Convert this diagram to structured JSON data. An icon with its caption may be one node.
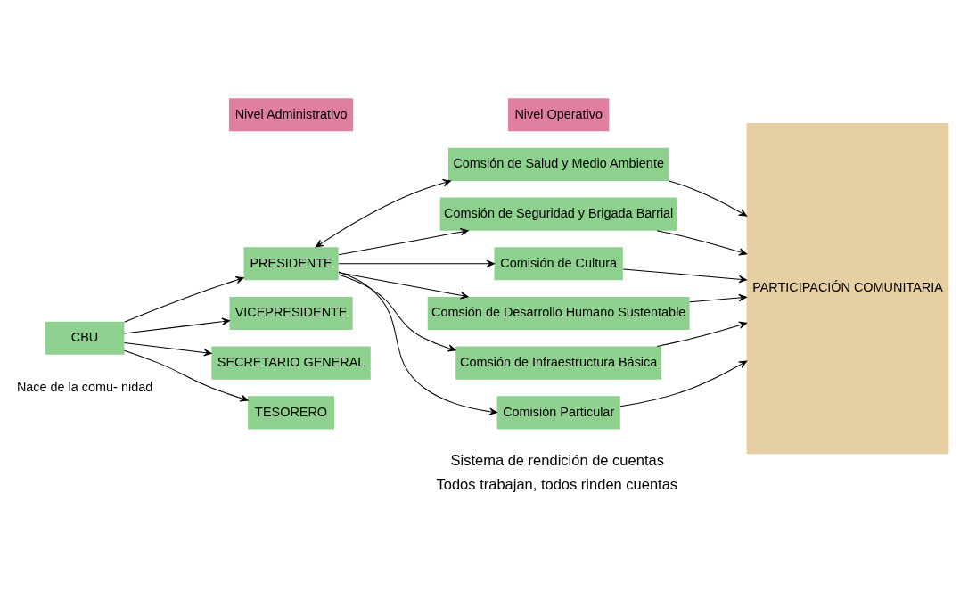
{
  "diagram": {
    "nodes": [
      {
        "text": [
          "CBU"
        ],
        "beside": [
          "Nace de la comu- nidad"
        ]
      },
      {
        "text": [
          "Nivel Administrativo"
        ]
      },
      {
        "text": [
          "Nivel Operativo"
        ]
      },
      {
        "text": [
          "PRESIDENTE"
        ]
      },
      {
        "text": [
          "VICEPRESIDENTE"
        ]
      },
      {
        "text": [
          "SECRETARIO GENERAL"
        ]
      },
      {
        "text": [
          "TESORERO"
        ]
      },
      {
        "text": [
          "Comsión de Salud y Medio Ambiente"
        ]
      },
      {
        "text": [
          "Comsión de Seguridad y Brigada Barrial"
        ]
      },
      {
        "text": [
          "Comisión de Cultura"
        ]
      },
      {
        "text": [
          "Comsión de Desarrollo Humano Sustentable"
        ]
      },
      {
        "text": [
          "Comsión de Infraestructura Básica"
        ]
      },
      {
        "text": [
          "Comisión Particular"
        ]
      },
      {
        "text": [
          "PARTICIPACIÓN COMUNITARIA"
        ]
      }
    ],
    "edges": [
      {
        "from": 0,
        "to": 3,
        "arrow": "to"
      },
      {
        "from": 0,
        "to": 4,
        "arrow": "to"
      },
      {
        "from": 0,
        "to": 5,
        "arrow": "to"
      },
      {
        "from": 0,
        "to": 6,
        "arrow": "to"
      },
      {
        "from": 3,
        "to": 7,
        "arrow": "both"
      },
      {
        "from": 3,
        "to": 8,
        "arrow": "to"
      },
      {
        "from": 3,
        "to": 9,
        "arrow": "to"
      },
      {
        "from": 3,
        "to": 10,
        "arrow": "to"
      },
      {
        "from": 3,
        "to": 11,
        "arrow": "to"
      },
      {
        "from": 3,
        "to": 12,
        "arrow": "to"
      },
      {
        "from": 7,
        "to": 13,
        "arrow": "to"
      },
      {
        "from": 8,
        "to": 13,
        "arrow": "to"
      },
      {
        "from": 9,
        "to": 13,
        "arrow": "to"
      },
      {
        "from": 10,
        "to": 13,
        "arrow": "to"
      },
      {
        "from": 11,
        "to": 13,
        "arrow": "to"
      },
      {
        "from": 12,
        "to": 13,
        "arrow": "to"
      }
    ],
    "labels": [
      "Sistema de rendición de cuentas",
      "Todos trabajan, todos rinden cuentas"
    ]
  }
}
